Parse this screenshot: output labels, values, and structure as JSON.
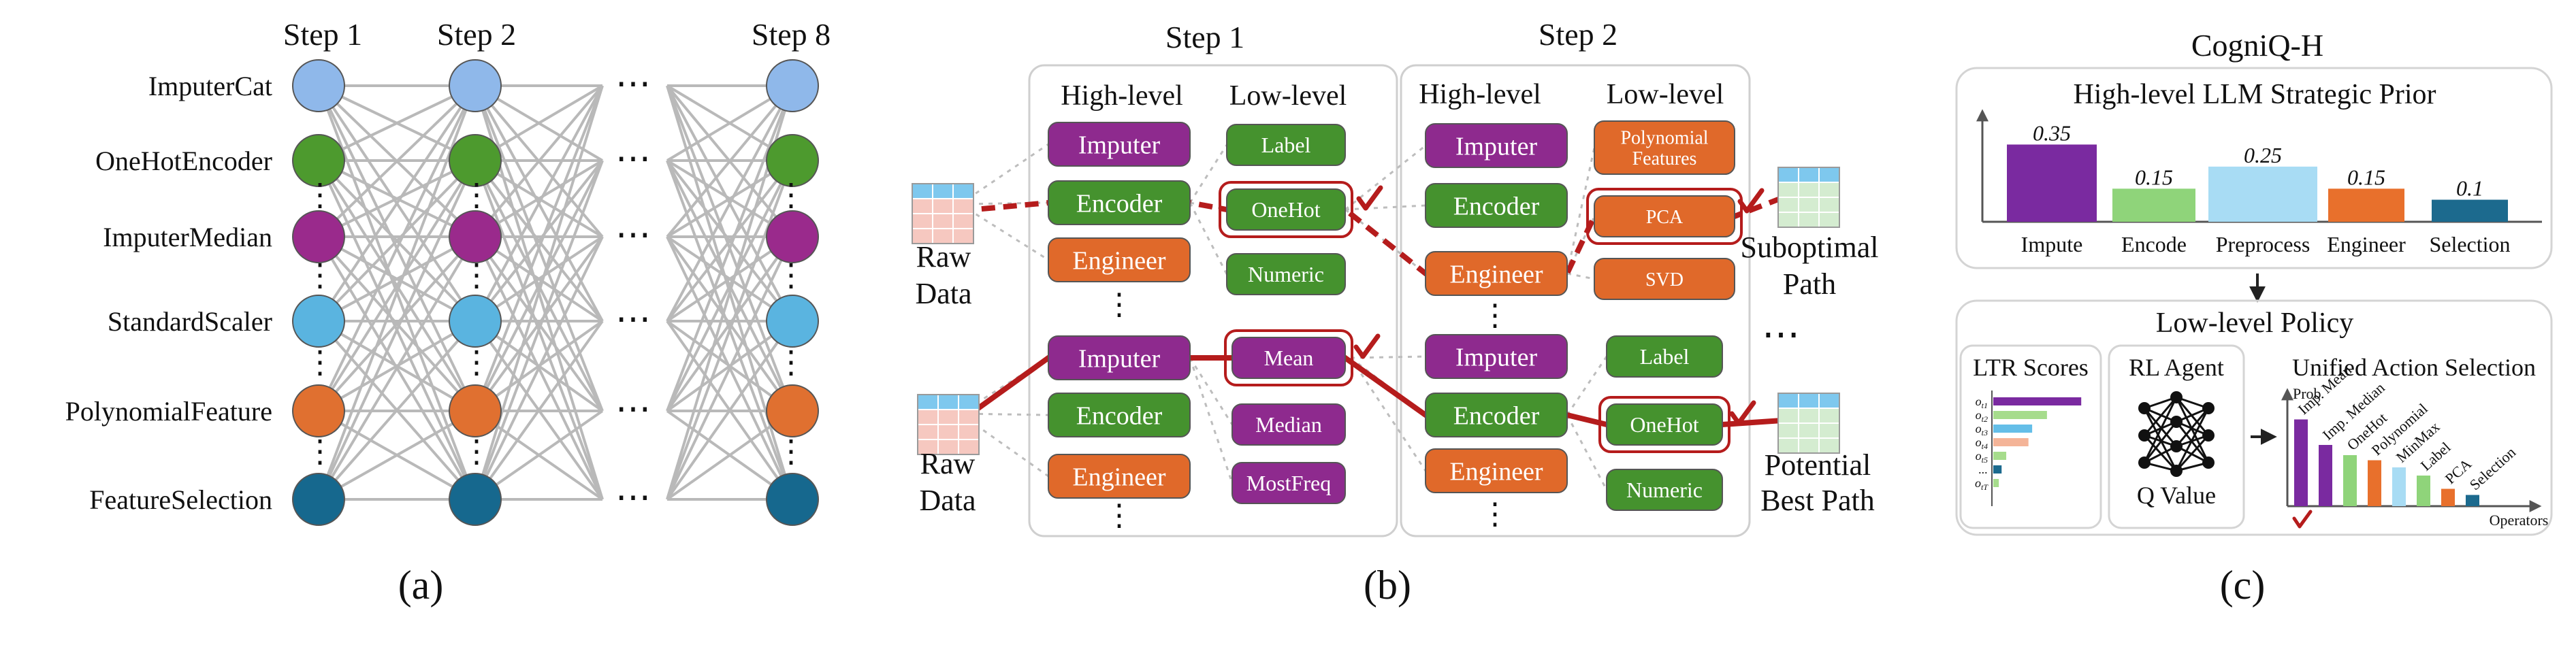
{
  "panel_a": {
    "caption": "(a)",
    "step_labels": [
      "Step 1",
      "Step 2",
      "Step 8"
    ],
    "rows": [
      {
        "label": "ImputerCat",
        "color": "#8fb8ea"
      },
      {
        "label": "OneHotEncoder",
        "color": "#4d9a2e"
      },
      {
        "label": "ImputerMedian",
        "color": "#9a2a8c"
      },
      {
        "label": "StandardScaler",
        "color": "#5ab4e0"
      },
      {
        "label": "PolynomialFeature",
        "color": "#e07030"
      },
      {
        "label": "FeatureSelection",
        "color": "#16688e"
      }
    ],
    "ellipsis": "⋯",
    "vdots": "⋮"
  },
  "panel_b": {
    "caption": "(b)",
    "step1_title": "Step 1",
    "step2_title": "Step 2",
    "high_level_label": "High-level",
    "low_level_label": "Low-level",
    "raw_data_top": [
      "Raw",
      "Data"
    ],
    "raw_data_bottom": [
      "Raw",
      "Data"
    ],
    "suboptimal_path": [
      "Suboptimal",
      "Path"
    ],
    "best_path": [
      "Potential",
      "Best Path"
    ],
    "step1_top_high": [
      "Imputer",
      "Encoder",
      "Engineer"
    ],
    "step1_top_low": [
      "Label",
      "OneHot",
      "Numeric"
    ],
    "step1_bottom_high": [
      "Imputer",
      "Encoder",
      "Engineer"
    ],
    "step1_bottom_low": [
      "Mean",
      "Median",
      "MostFreq"
    ],
    "step2_top_high": [
      "Imputer",
      "Encoder",
      "Engineer"
    ],
    "step2_top_low": [
      [
        "Polynomial",
        "Features"
      ],
      [
        "PCA"
      ],
      [
        "SVD"
      ]
    ],
    "step2_bottom_high": [
      "Imputer",
      "Encoder",
      "Engineer"
    ],
    "step2_bottom_low": [
      "Label",
      "OneHot",
      "Numeric"
    ],
    "colors": {
      "imputer": "#8e2a8e",
      "encoder": "#45922e",
      "engineer": "#e0692a",
      "path_red": "#b51c1c"
    },
    "ellipsis": "⋯",
    "vdots": "⋮"
  },
  "panel_c": {
    "caption": "(c)",
    "title": "CogniQ-H",
    "prior_title": "High-level LLM Strategic Prior",
    "policy_title": "Low-level Policy",
    "ltr_title": "LTR Scores",
    "rl_title": "RL Agent",
    "q_value": "Q Value",
    "unified_title": "Unified Action Selection",
    "prob_label": "Prob",
    "operators_label": "Operators",
    "ltr_labels": [
      "o",
      "o",
      "o",
      "o",
      "o",
      "...",
      "o"
    ],
    "ltr_subscripts": [
      "t1",
      "t2",
      "t3",
      "t4",
      "t5",
      "",
      "tT"
    ]
  },
  "chart_data": [
    {
      "type": "bar",
      "title": "High-level LLM Strategic Prior",
      "categories": [
        "Impute",
        "Encode",
        "Preprocess",
        "Engineer",
        "Selection"
      ],
      "values": [
        0.35,
        0.15,
        0.25,
        0.15,
        0.1
      ],
      "value_labels": [
        "0.35",
        "0.15",
        "0.25",
        "0.15",
        "0.1"
      ],
      "colors": [
        "#7a2aa0",
        "#8fd47a",
        "#a8dcf4",
        "#e8702c",
        "#1c6a8e"
      ],
      "ylim": [
        0,
        0.45
      ]
    },
    {
      "type": "bar",
      "title": "LTR Scores",
      "orientation": "horizontal",
      "categories": [
        "o_t1",
        "o_t2",
        "o_t3",
        "o_t4",
        "o_t5",
        "...",
        "o_tT"
      ],
      "values": [
        0.95,
        0.58,
        0.42,
        0.38,
        0.14,
        0.09,
        0.06
      ],
      "colors": [
        "#7a2aa0",
        "#a6dc8c",
        "#64bee8",
        "#f4b498",
        "#a6dc8c",
        "#1c6a8e",
        "#a6dc8c"
      ]
    },
    {
      "type": "bar",
      "title": "Unified Action Selection",
      "xlabel": "Operators",
      "ylabel": "Prob",
      "categories": [
        "Imp. Mean",
        "Imp. Median",
        "OneHot",
        "Polynomial",
        "MinMax",
        "Label",
        "PCA",
        "Selection"
      ],
      "values": [
        0.85,
        0.6,
        0.5,
        0.45,
        0.38,
        0.3,
        0.17,
        0.11
      ],
      "colors": [
        "#7a2aa0",
        "#7a2aa0",
        "#8fd47a",
        "#e8702c",
        "#a8dcf4",
        "#8fd47a",
        "#e8702c",
        "#1c6a8e"
      ]
    }
  ]
}
